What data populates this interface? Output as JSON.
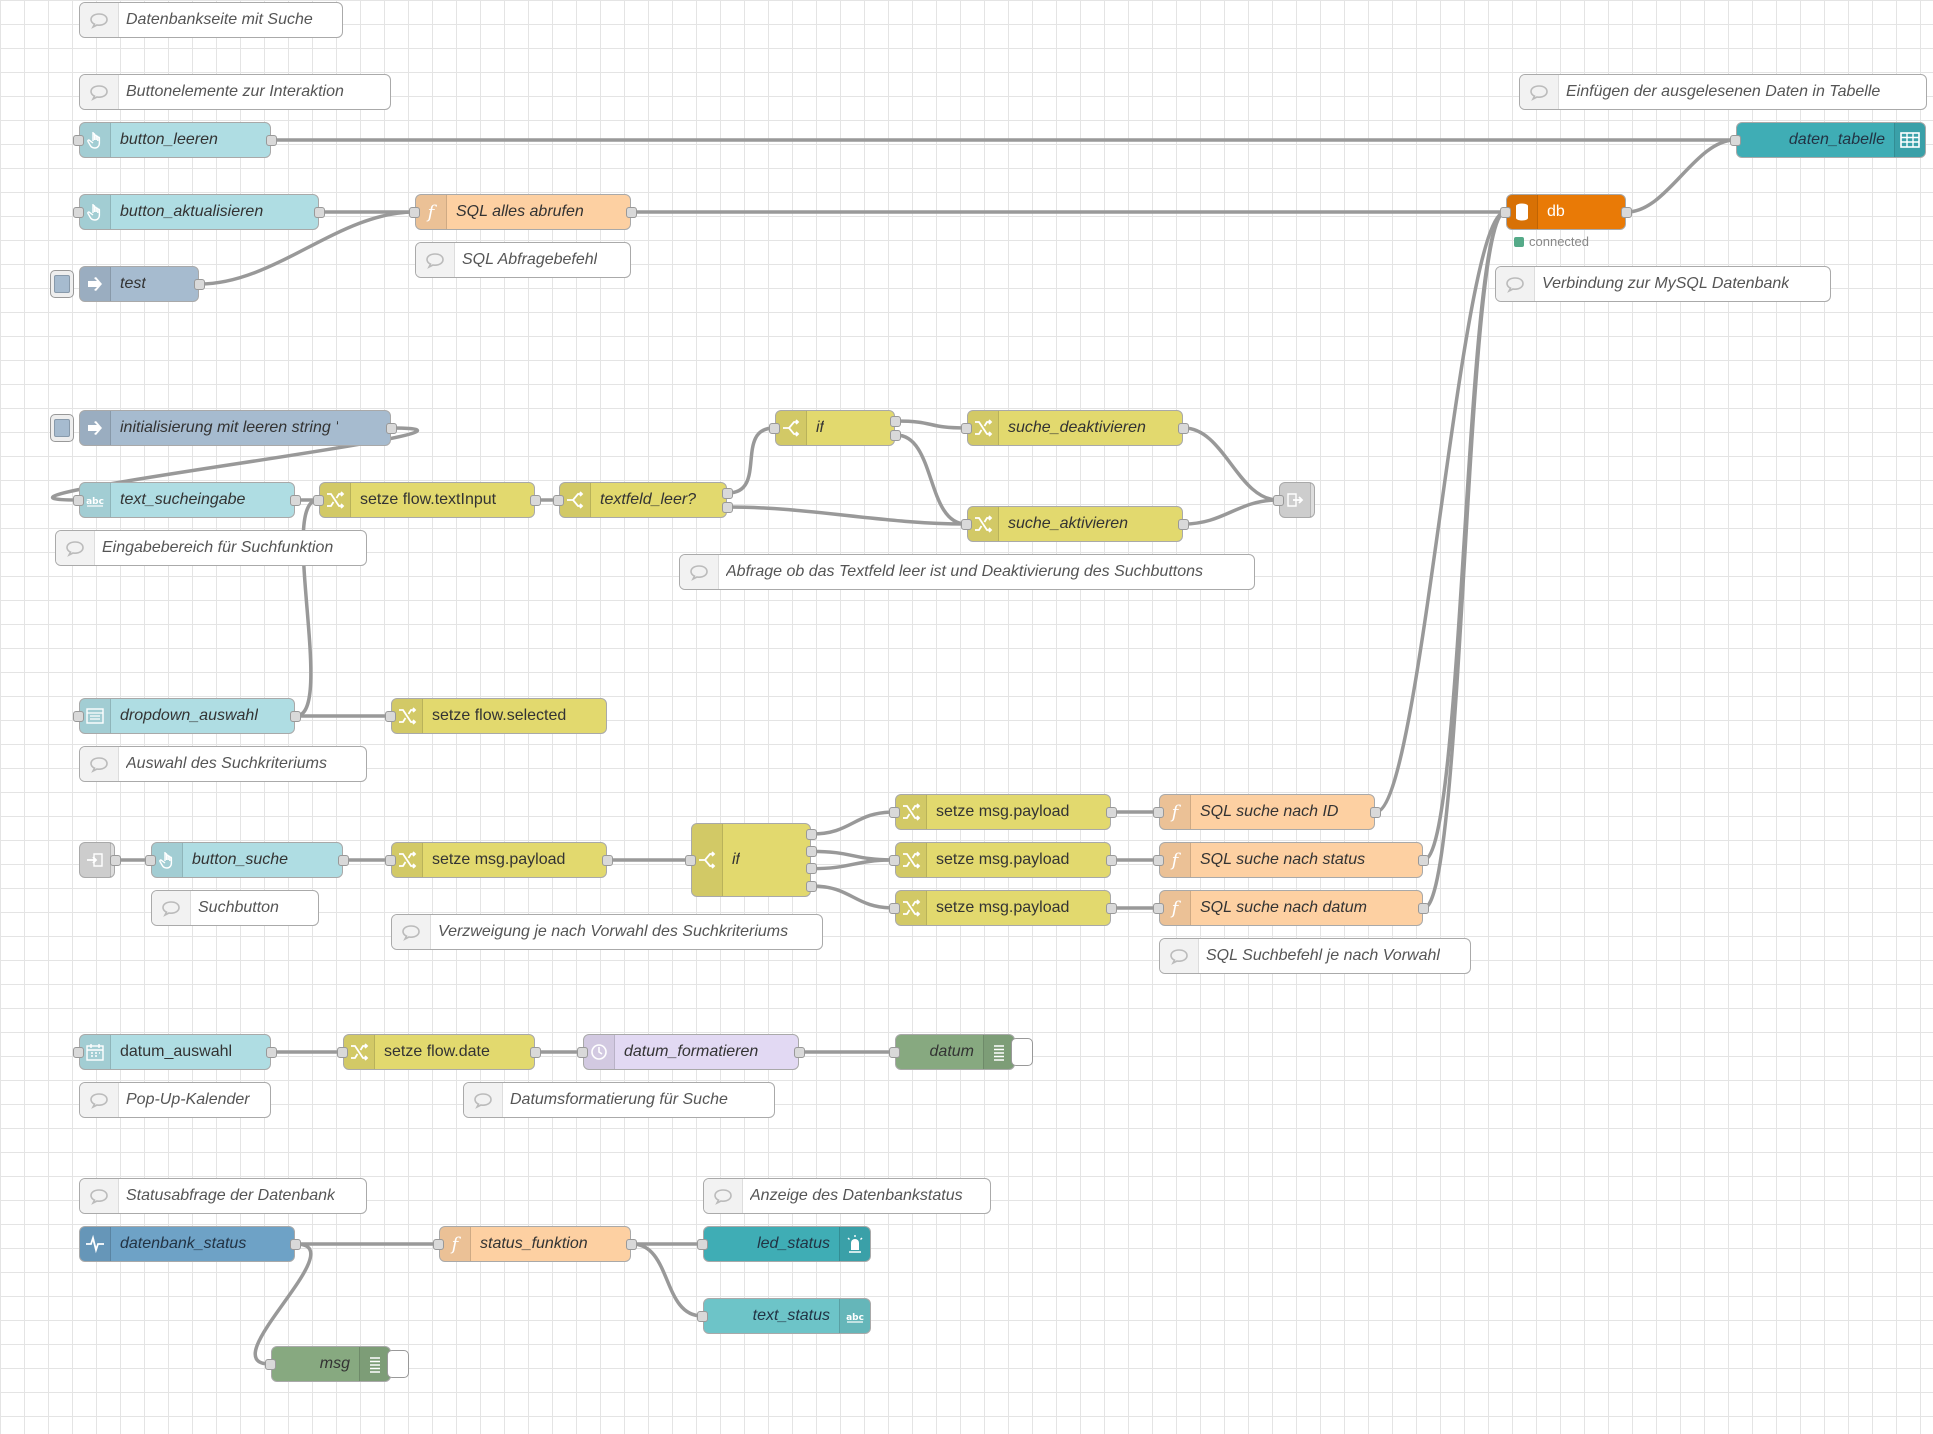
{
  "colors": {
    "dashboard": "#afdde3",
    "inject": "#a6bbcf",
    "function": "#fdd0a2",
    "change": "#e2d96e",
    "switch": "#e2d96e",
    "link": "#dddddd",
    "database": "#e97a06",
    "table": "#3fadb5",
    "debug": "#87a980",
    "moment": "#e2d9f3",
    "status": "#6ea2c6",
    "led": "#3fadb5",
    "text": "#6dc4c8",
    "connected": "#5a8"
  },
  "nodes": [
    {
      "id": "button_leeren",
      "type": "button",
      "label": "button_leeren",
      "color": "dashboard",
      "icon": "hand-icon",
      "italic": true,
      "inputs": 1,
      "outputs": 1
    },
    {
      "id": "button_aktualisieren",
      "type": "button",
      "label": "button_aktualisieren",
      "color": "dashboard",
      "icon": "hand-icon",
      "italic": true,
      "inputs": 1,
      "outputs": 1
    },
    {
      "id": "test",
      "type": "inject",
      "label": "test",
      "color": "inject",
      "icon": "arrow-right-icon",
      "italic": true,
      "inputs": 0,
      "outputs": 1
    },
    {
      "id": "sql_alles",
      "type": "function",
      "label": "SQL alles abrufen",
      "color": "function",
      "icon": "function-icon",
      "italic": true,
      "inputs": 1,
      "outputs": 1
    },
    {
      "id": "db",
      "type": "mysql",
      "label": "db",
      "color": "database",
      "icon": "database-icon",
      "italic": false,
      "inputs": 1,
      "outputs": 1,
      "status": "connected"
    },
    {
      "id": "daten_tabelle",
      "type": "table",
      "label": "daten_tabelle",
      "color": "table",
      "icon": "table-icon",
      "italic": true,
      "inputs": 1,
      "outputs": 0,
      "iconRight": true
    },
    {
      "id": "init",
      "type": "inject",
      "label": "initialisierung mit leeren string '",
      "color": "inject",
      "icon": "arrow-right-icon",
      "italic": true,
      "inputs": 0,
      "outputs": 1
    },
    {
      "id": "text_sucheingabe",
      "type": "text-input",
      "label": "text_sucheingabe",
      "color": "dashboard",
      "icon": "abc-icon",
      "italic": true,
      "inputs": 1,
      "outputs": 1
    },
    {
      "id": "setze_text",
      "type": "change",
      "label": "setze flow.textInput",
      "color": "change",
      "icon": "shuffle-icon",
      "italic": false,
      "inputs": 1,
      "outputs": 1
    },
    {
      "id": "textfeld_leer",
      "type": "switch",
      "label": "textfeld_leer?",
      "color": "switch",
      "icon": "switch-icon",
      "italic": true,
      "inputs": 1,
      "outputs": 2
    },
    {
      "id": "if1",
      "type": "switch",
      "label": "if",
      "color": "switch",
      "icon": "switch-icon",
      "italic": true,
      "inputs": 1,
      "outputs": 2
    },
    {
      "id": "suche_deaktivieren",
      "type": "change",
      "label": "suche_deaktivieren",
      "color": "change",
      "icon": "shuffle-icon",
      "italic": true,
      "inputs": 1,
      "outputs": 1
    },
    {
      "id": "suche_aktivieren",
      "type": "change",
      "label": "suche_aktivieren",
      "color": "change",
      "icon": "shuffle-icon",
      "italic": true,
      "inputs": 1,
      "outputs": 1
    },
    {
      "id": "link_out1",
      "type": "link-out",
      "label": "",
      "color": "link",
      "icon": "link-out-icon",
      "italic": false,
      "inputs": 1,
      "outputs": 0
    },
    {
      "id": "dropdown_auswahl",
      "type": "dropdown",
      "label": "dropdown_auswahl",
      "color": "dashboard",
      "icon": "list-icon",
      "italic": true,
      "inputs": 1,
      "outputs": 1
    },
    {
      "id": "setze_selected",
      "type": "change",
      "label": "setze flow.selected",
      "color": "change",
      "icon": "shuffle-icon",
      "italic": false,
      "inputs": 1,
      "outputs": 0
    },
    {
      "id": "link_in1",
      "type": "link-in",
      "label": "",
      "color": "link",
      "icon": "link-in-icon",
      "italic": false,
      "inputs": 0,
      "outputs": 1
    },
    {
      "id": "button_suche",
      "type": "button",
      "label": "button_suche",
      "color": "dashboard",
      "icon": "hand-icon",
      "italic": true,
      "inputs": 1,
      "outputs": 1
    },
    {
      "id": "setze_payload",
      "type": "change",
      "label": "setze msg.payload",
      "color": "change",
      "icon": "shuffle-icon",
      "italic": false,
      "inputs": 1,
      "outputs": 1
    },
    {
      "id": "if2",
      "type": "switch",
      "label": "if",
      "color": "switch",
      "icon": "switch-icon",
      "italic": true,
      "inputs": 1,
      "outputs": 4
    },
    {
      "id": "setze_p1",
      "type": "change",
      "label": "setze msg.payload",
      "color": "change",
      "icon": "shuffle-icon",
      "italic": false,
      "inputs": 1,
      "outputs": 1
    },
    {
      "id": "setze_p2",
      "type": "change",
      "label": "setze msg.payload",
      "color": "change",
      "icon": "shuffle-icon",
      "italic": false,
      "inputs": 1,
      "outputs": 1
    },
    {
      "id": "setze_p3",
      "type": "change",
      "label": "setze msg.payload",
      "color": "change",
      "icon": "shuffle-icon",
      "italic": false,
      "inputs": 1,
      "outputs": 1
    },
    {
      "id": "sql_id",
      "type": "function",
      "label": "SQL suche nach ID",
      "color": "function",
      "icon": "function-icon",
      "italic": true,
      "inputs": 1,
      "outputs": 1
    },
    {
      "id": "sql_status",
      "type": "function",
      "label": "SQL suche nach status",
      "color": "function",
      "icon": "function-icon",
      "italic": true,
      "inputs": 1,
      "outputs": 1
    },
    {
      "id": "sql_datum",
      "type": "function",
      "label": "SQL suche nach datum",
      "color": "function",
      "icon": "function-icon",
      "italic": true,
      "inputs": 1,
      "outputs": 1
    },
    {
      "id": "datum_auswahl",
      "type": "date-picker",
      "label": "datum_auswahl",
      "color": "dashboard",
      "icon": "calendar-icon",
      "italic": false,
      "inputs": 1,
      "outputs": 1
    },
    {
      "id": "setze_date",
      "type": "change",
      "label": "setze flow.date",
      "color": "change",
      "icon": "shuffle-icon",
      "italic": false,
      "inputs": 1,
      "outputs": 1
    },
    {
      "id": "datum_formatieren",
      "type": "moment",
      "label": "datum_formatieren",
      "color": "moment",
      "icon": "clock-icon",
      "italic": true,
      "inputs": 1,
      "outputs": 1
    },
    {
      "id": "datum",
      "type": "debug",
      "label": "datum",
      "color": "debug",
      "icon": "debug-list-icon",
      "italic": true,
      "inputs": 1,
      "outputs": 0,
      "iconRight": true
    },
    {
      "id": "datenbank_status",
      "type": "status",
      "label": "datenbank_status",
      "color": "status",
      "icon": "pulse-icon",
      "italic": true,
      "inputs": 0,
      "outputs": 1
    },
    {
      "id": "status_funktion",
      "type": "function",
      "label": "status_funktion",
      "color": "function",
      "icon": "function-icon",
      "italic": true,
      "inputs": 1,
      "outputs": 1
    },
    {
      "id": "led_status",
      "type": "led",
      "label": "led_status",
      "color": "led",
      "icon": "led-icon",
      "italic": true,
      "inputs": 1,
      "outputs": 0,
      "iconRight": true
    },
    {
      "id": "text_status",
      "type": "text",
      "label": "text_status",
      "color": "text",
      "icon": "abc-icon",
      "italic": true,
      "inputs": 1,
      "outputs": 0,
      "iconRight": true
    },
    {
      "id": "msg",
      "type": "debug",
      "label": "msg",
      "color": "debug",
      "icon": "debug-list-icon",
      "italic": true,
      "inputs": 1,
      "outputs": 0,
      "iconRight": true
    }
  ],
  "comments": [
    {
      "id": "c_datenbankseite",
      "label": "Datenbankseite mit Suche"
    },
    {
      "id": "c_buttonelemente",
      "label": "Buttonelemente zur Interaktion"
    },
    {
      "id": "c_einfuegen",
      "label": "Einfügen der ausgelesenen Daten in Tabelle"
    },
    {
      "id": "c_sql_abfrage",
      "label": "SQL Abfragebefehl"
    },
    {
      "id": "c_verbindung",
      "label": "Verbindung zur MySQL Datenbank"
    },
    {
      "id": "c_eingabebereich",
      "label": "Eingabebereich für Suchfunktion"
    },
    {
      "id": "c_abfrage",
      "label": "Abfrage ob das Textfeld leer ist und Deaktivierung des Suchbuttons"
    },
    {
      "id": "c_auswahl",
      "label": "Auswahl des Suchkriteriums"
    },
    {
      "id": "c_suchbutton",
      "label": "Suchbutton"
    },
    {
      "id": "c_verzweigung",
      "label": "Verzweigung je nach Vorwahl des Suchkriteriums"
    },
    {
      "id": "c_sql_suchbefehl",
      "label": "SQL Suchbefehl je nach Vorwahl"
    },
    {
      "id": "c_popup",
      "label": "Pop-Up-Kalender"
    },
    {
      "id": "c_datumsformat",
      "label": "Datumsformatierung für Suche"
    },
    {
      "id": "c_statusabfrage",
      "label": "Statusabfrage der Datenbank"
    },
    {
      "id": "c_anzeige",
      "label": "Anzeige des Datenbankstatus"
    }
  ],
  "wires": [
    [
      "button_leeren",
      0,
      "daten_tabelle"
    ],
    [
      "button_aktualisieren",
      0,
      "sql_alles"
    ],
    [
      "test",
      0,
      "sql_alles"
    ],
    [
      "sql_alles",
      0,
      "db"
    ],
    [
      "db",
      0,
      "daten_tabelle"
    ],
    [
      "init",
      0,
      "text_sucheingabe"
    ],
    [
      "text_sucheingabe",
      0,
      "setze_text"
    ],
    [
      "dropdown_auswahl",
      0,
      "setze_text"
    ],
    [
      "dropdown_auswahl",
      0,
      "setze_selected"
    ],
    [
      "setze_text",
      0,
      "textfeld_leer"
    ],
    [
      "textfeld_leer",
      0,
      "if1"
    ],
    [
      "textfeld_leer",
      1,
      "suche_aktivieren"
    ],
    [
      "if1",
      0,
      "suche_deaktivieren"
    ],
    [
      "if1",
      1,
      "suche_aktivieren"
    ],
    [
      "suche_deaktivieren",
      0,
      "link_out1"
    ],
    [
      "suche_aktivieren",
      0,
      "link_out1"
    ],
    [
      "link_in1",
      0,
      "button_suche"
    ],
    [
      "button_suche",
      0,
      "setze_payload"
    ],
    [
      "setze_payload",
      0,
      "if2"
    ],
    [
      "if2",
      0,
      "setze_p1"
    ],
    [
      "if2",
      1,
      "setze_p2"
    ],
    [
      "if2",
      2,
      "setze_p2"
    ],
    [
      "if2",
      3,
      "setze_p3"
    ],
    [
      "setze_p1",
      0,
      "sql_id"
    ],
    [
      "setze_p2",
      0,
      "sql_status"
    ],
    [
      "setze_p3",
      0,
      "sql_datum"
    ],
    [
      "sql_id",
      0,
      "db"
    ],
    [
      "sql_status",
      0,
      "db"
    ],
    [
      "sql_datum",
      0,
      "db"
    ],
    [
      "datum_auswahl",
      0,
      "setze_date"
    ],
    [
      "setze_date",
      0,
      "datum_formatieren"
    ],
    [
      "datum_formatieren",
      0,
      "datum"
    ],
    [
      "datenbank_status",
      0,
      "status_funktion"
    ],
    [
      "datenbank_status",
      0,
      "msg"
    ],
    [
      "status_funktion",
      0,
      "led_status"
    ],
    [
      "status_funktion",
      0,
      "text_status"
    ]
  ]
}
